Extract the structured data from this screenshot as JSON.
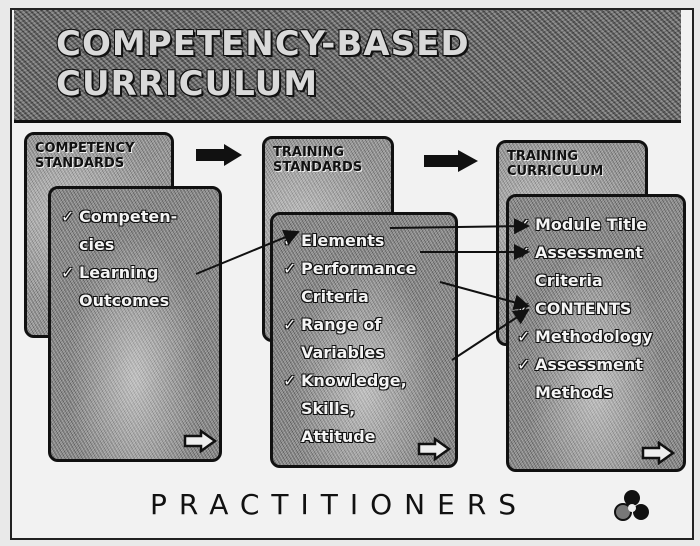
{
  "banner": {
    "title": "COMPETENCY-BASED\nCURRICULUM"
  },
  "columns": [
    {
      "header": "COMPETENCY\nSTANDARDS",
      "items": [
        {
          "check": "✓",
          "text": "Competen-"
        },
        {
          "check": "",
          "text": "cies"
        },
        {
          "check": "✓",
          "text": "Learning"
        },
        {
          "check": "",
          "text": "Outcomes"
        }
      ]
    },
    {
      "header": "TRAINING\nSTANDARDS",
      "items": [
        {
          "check": "✓",
          "text": "Elements"
        },
        {
          "check": "✓",
          "text": "Performance"
        },
        {
          "check": "",
          "text": "Criteria"
        },
        {
          "check": "✓",
          "text": "Range of"
        },
        {
          "check": "",
          "text": "Variables"
        },
        {
          "check": "✓",
          "text": "Knowledge,"
        },
        {
          "check": "",
          "text": "Skills,"
        },
        {
          "check": "",
          "text": "Attitude"
        }
      ]
    },
    {
      "header": "TRAINING\nCURRICULUM",
      "items": [
        {
          "check": "✓",
          "text": "Module Title"
        },
        {
          "check": "✓",
          "text": "Assessment"
        },
        {
          "check": "",
          "text": "Criteria"
        },
        {
          "check": "✓",
          "text": "CONTENTS"
        },
        {
          "check": "✓",
          "text": "Methodology"
        },
        {
          "check": "✓",
          "text": "Assessment"
        },
        {
          "check": "",
          "text": "Methods"
        }
      ]
    }
  ],
  "footer": {
    "text": "PRACTITIONERS"
  },
  "icons": {
    "flow_arrow": "block-arrow-right-icon",
    "corner_arrow": "outline-arrow-right-icon",
    "logo": "circles-logo-icon"
  }
}
